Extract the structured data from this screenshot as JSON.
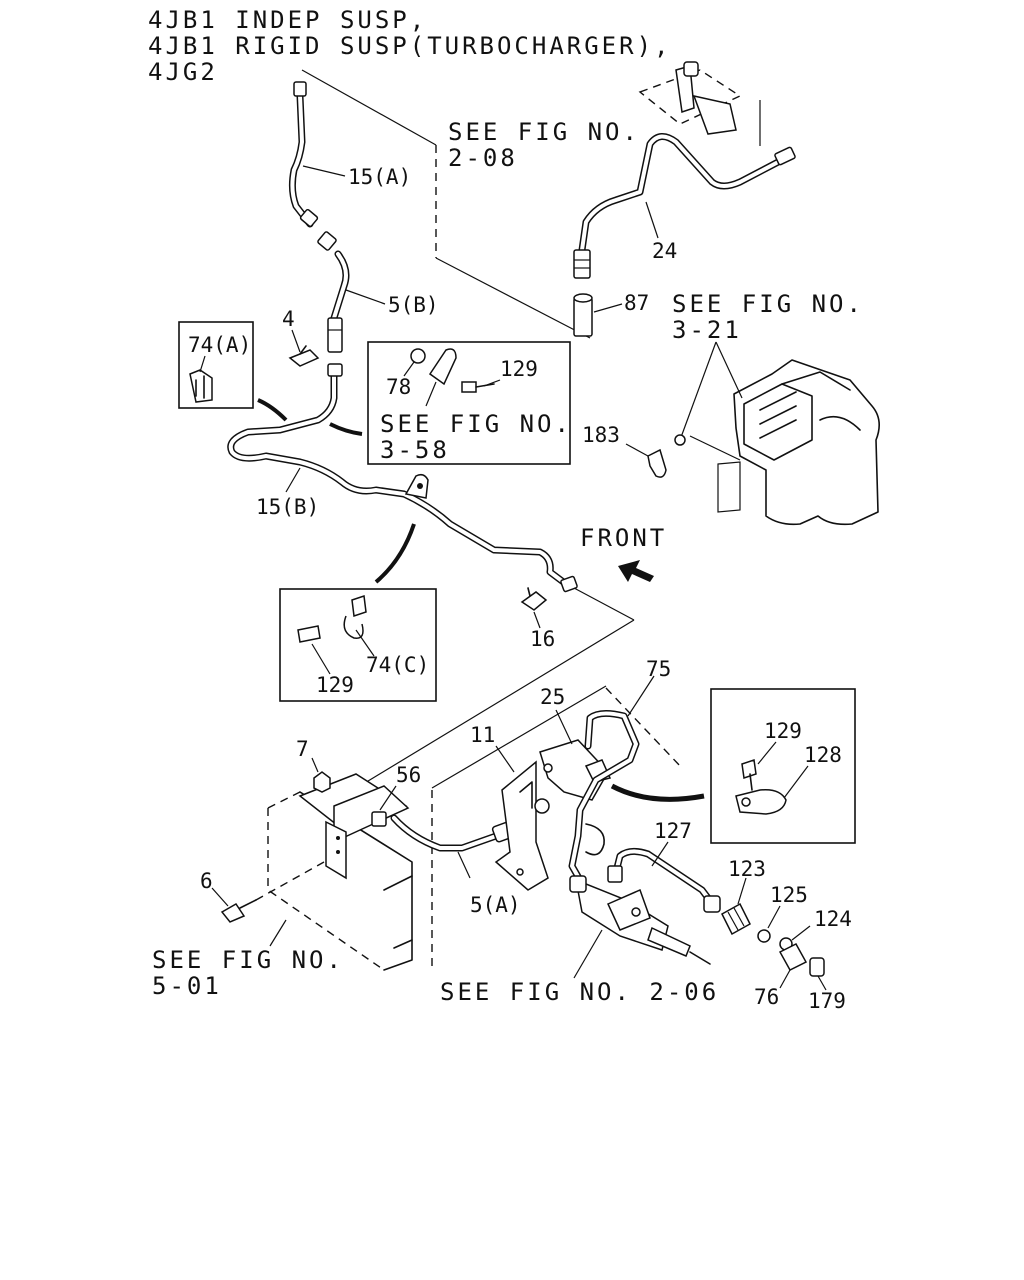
{
  "header": {
    "line1": "4JB1 INDEP SUSP,",
    "line2": "4JB1 RIGID SUSP(TURBOCHARGER),",
    "line3": "4JG2"
  },
  "refs": {
    "fig_2_08": [
      "SEE FIG NO.",
      "2-08"
    ],
    "fig_3_21": [
      "SEE FIG NO.",
      "3-21"
    ],
    "fig_3_58": [
      "SEE FIG NO.",
      "3-58"
    ],
    "fig_5_01": [
      "SEE FIG NO.",
      "5-01"
    ],
    "fig_2_06": "SEE FIG NO. 2-06"
  },
  "front_label": "FRONT",
  "callouts": {
    "p15a": "15(A)",
    "p5b": "5(B)",
    "p4": "4",
    "p74a": "74(A)",
    "p78": "78",
    "p129_inset1": "129",
    "p24": "24",
    "p87": "87",
    "p183": "183",
    "p15b": "15(B)",
    "p16": "16",
    "p129_inset2": "129",
    "p74c": "74(C)",
    "p75": "75",
    "p25": "25",
    "p11": "11",
    "p7": "7",
    "p56": "56",
    "p129_inset3": "129",
    "p128": "128",
    "p127": "127",
    "p123": "123",
    "p125": "125",
    "p124": "124",
    "p6": "6",
    "p5a": "5(A)",
    "p76": "76",
    "p179": "179"
  }
}
